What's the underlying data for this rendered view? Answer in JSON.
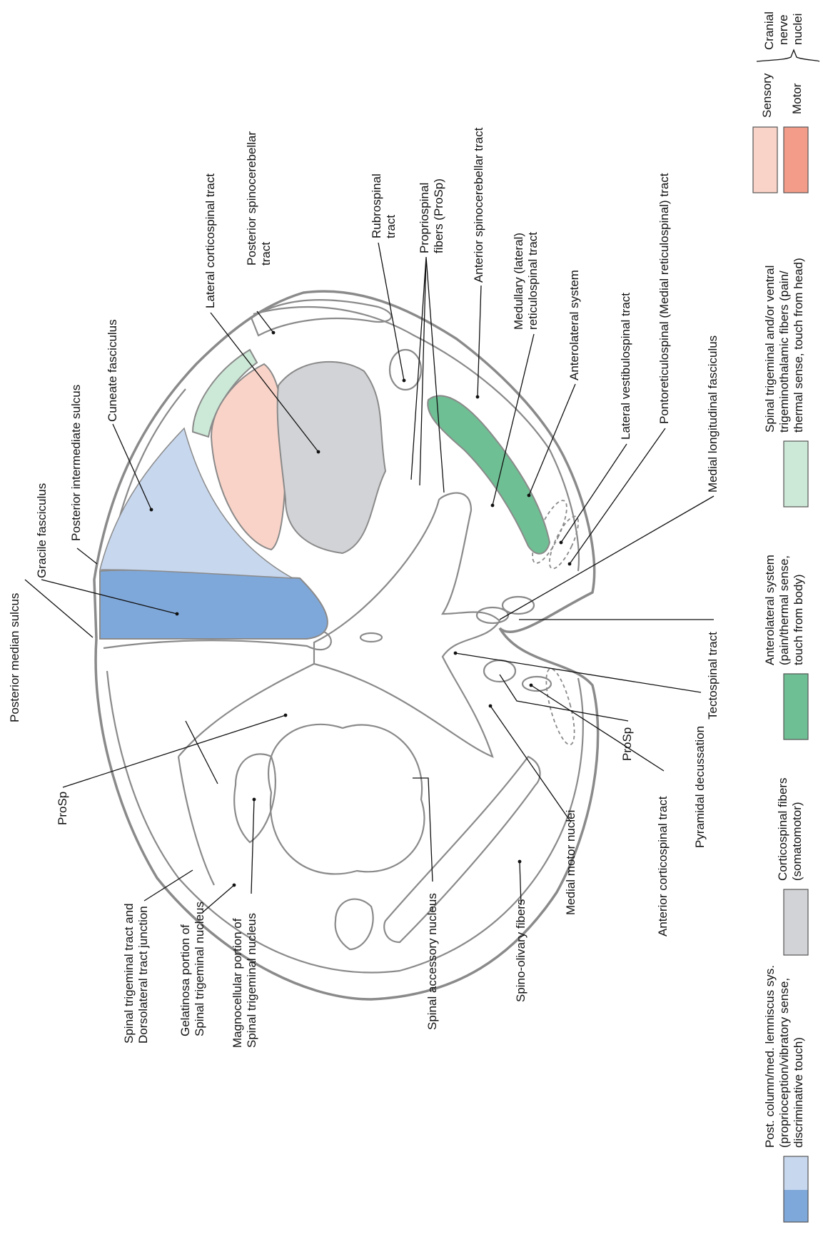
{
  "labels": {
    "posterior_median_sulcus": "Posterior median sulcus",
    "gracile_fasciculus": "Gracile fasciculus",
    "posterior_intermediate_sulcus": "Posterior intermediate sulcus",
    "cuneate_fasciculus": "Cuneate fasciculus",
    "lateral_corticospinal_tract": "Lateral corticospinal tract",
    "posterior_spinocerebellar_1": "Posterior spinocerebellar",
    "posterior_spinocerebellar_2": "tract",
    "rubrospinal_1": "Rubrospinal",
    "rubrospinal_2": "tract",
    "propriospinal_1": "Propriospinal",
    "propriospinal_2": "fibers (ProSp)",
    "anterior_spinocerebellar_tract": "Anterior spinocerebellar tract",
    "medullary_reticulospinal_1": "Medullary (lateral)",
    "medullary_reticulospinal_2": "reticulospinal tract",
    "anterolateral_system": "Anterolateral system",
    "lateral_vestibulospinal_tract": "Lateral vestibulospinal tract",
    "pontoreticulospinal_tract": "Pontoreticulospinal (Medial reticulospinal) tract",
    "medial_longitudinal_fasciculus": "Medial longitudinal fasciculus",
    "tectospinal_tract": "Tectospinal tract",
    "pyramidal_decussation": "Pyramidal decussation",
    "anterior_corticospinal_tract": "Anterior corticospinal tract",
    "prosp_right": "ProSp",
    "medial_motor_nuclei": "Medial motor nuclei",
    "spino_olivary_fibers": "Spino-olivary fibers",
    "spinal_accessory_nucleus": "Spinal accessory nucleus",
    "magnocellular_1": "Magnocellular portion of",
    "magnocellular_2": "Spinal trigeminal nucleus",
    "gelatinosa_1": "Gelatinosa portion of",
    "gelatinosa_2": "Spinal trigeminal nucleus",
    "spinal_trigeminal_junction_1": "Spinal trigeminal tract and",
    "spinal_trigeminal_junction_2": "Dorsolateral tract junction",
    "prosp_left": "ProSp"
  },
  "legend": {
    "sensory": "Sensory",
    "motor": "Motor",
    "cranial_1": "Cranial",
    "cranial_2": "nerve",
    "cranial_3": "nuclei",
    "trigeminal_1": "Spinal trigeminal and/or ventral",
    "trigeminal_2": "trigeminothalamic fibers (pain/",
    "trigeminal_3": "thermal sense, touch from head)",
    "anterolateral_1": "Anterolateral system",
    "anterolateral_2": "(pain/thermal sense,",
    "anterolateral_3": "touch from body)",
    "corticospinal_1": "Corticospinal fibers",
    "corticospinal_2": "(somatomotor)",
    "postcol_1": "Post. column/med. lemniscus sys.",
    "postcol_2": "(proprioception/vibratory sense,",
    "postcol_3": "discriminative touch)"
  },
  "colors": {
    "sensory": "#f9d3c8",
    "motor": "#f49c8a",
    "trigeminal": "#cce8d6",
    "anterolateral": "#6fbf94",
    "corticospinal": "#d2d3d6",
    "cuneate": "#c7d7ee",
    "gracile": "#7fa8da",
    "outline": "#8a8a8a"
  }
}
